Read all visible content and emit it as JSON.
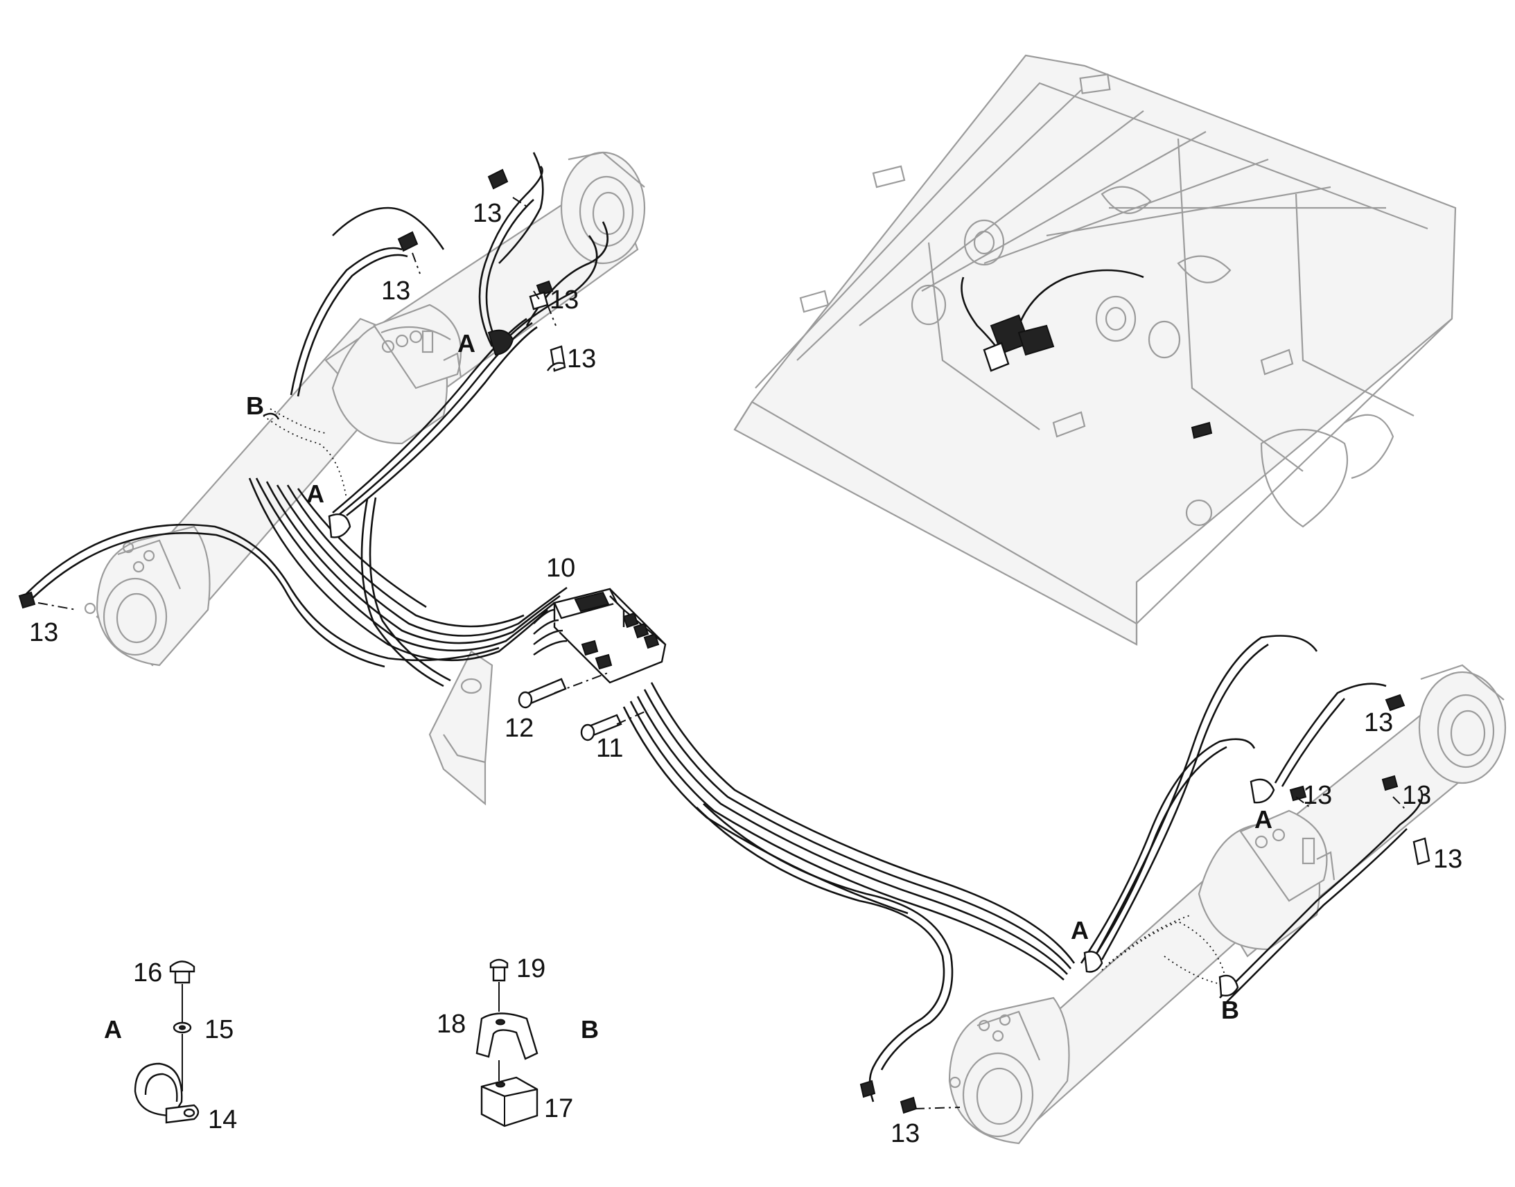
{
  "callouts": {
    "c10": "10",
    "c11": "11",
    "c12": "12",
    "c13": "13",
    "c14": "14",
    "c15": "15",
    "c16": "16",
    "c17": "17",
    "c18": "18",
    "c19": "19"
  },
  "markers": {
    "a": "A",
    "b": "B"
  }
}
